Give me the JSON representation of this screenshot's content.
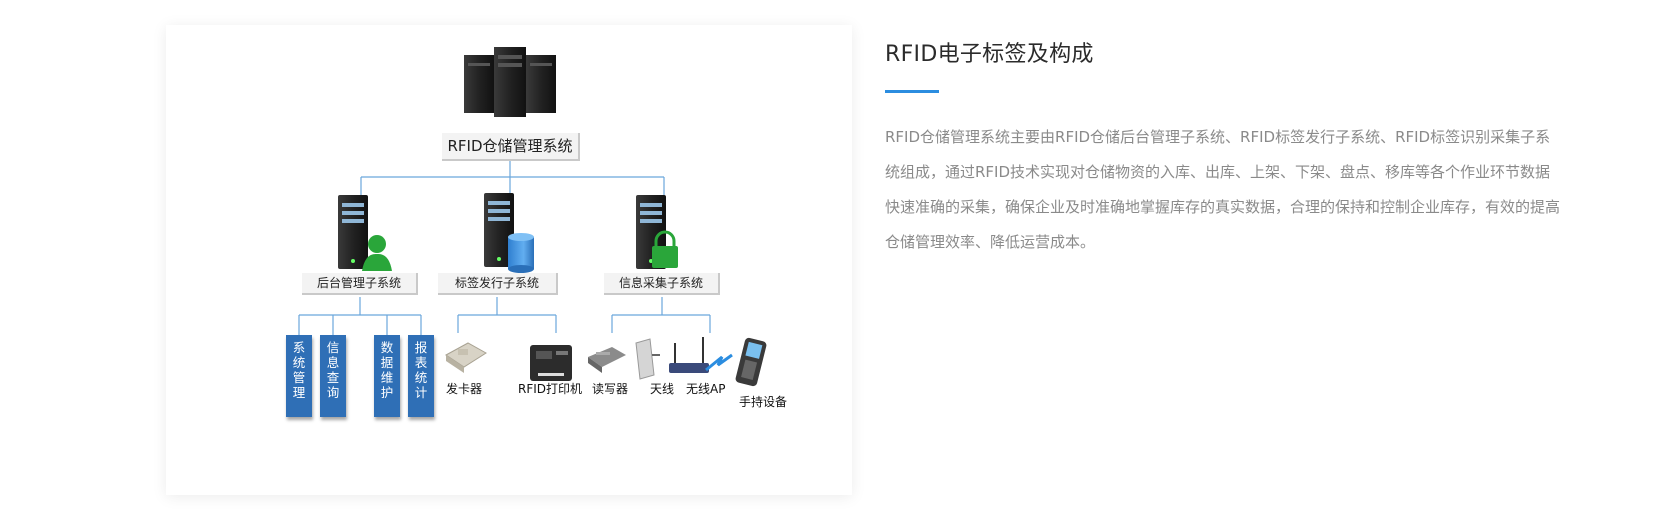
{
  "diagram": {
    "root": "RFID仓储管理系统",
    "subsystems": [
      {
        "label": "后台管理子系统",
        "icon": "person-icon"
      },
      {
        "label": "标签发行子系统",
        "icon": "database-icon"
      },
      {
        "label": "信息采集子系统",
        "icon": "lock-icon"
      }
    ],
    "modules": [
      {
        "chars": [
          "系",
          "统",
          "管",
          "理"
        ]
      },
      {
        "chars": [
          "信",
          "息",
          "查",
          "询"
        ]
      },
      {
        "chars": [
          "数",
          "据",
          "维",
          "护"
        ]
      },
      {
        "chars": [
          "报",
          "表",
          "统",
          "计"
        ]
      }
    ],
    "devices": [
      "发卡器",
      "RFID打印机",
      "读写器",
      "天线",
      "无线AP",
      "手持设备"
    ]
  },
  "article": {
    "title": "RFID电子标签及构成",
    "body": "RFID仓储管理系统主要由RFID仓储后台管理子系统、RFID标签发行子系统、RFID标签识别采集子系统组成，通过RFID技术实现对仓储物资的入库、出库、上架、下架、盘点、移库等各个作业环节数据快速准确的采集，确保企业及时准确地掌握库存的真实数据，合理的保持和控制企业库存，有效的提高仓储管理效率、降低运营成本。"
  },
  "colors": {
    "accent": "#2b8de0",
    "module_blue": "#2f6fb6",
    "connector": "#6aa7dc",
    "body_text": "#8a8a8a"
  }
}
